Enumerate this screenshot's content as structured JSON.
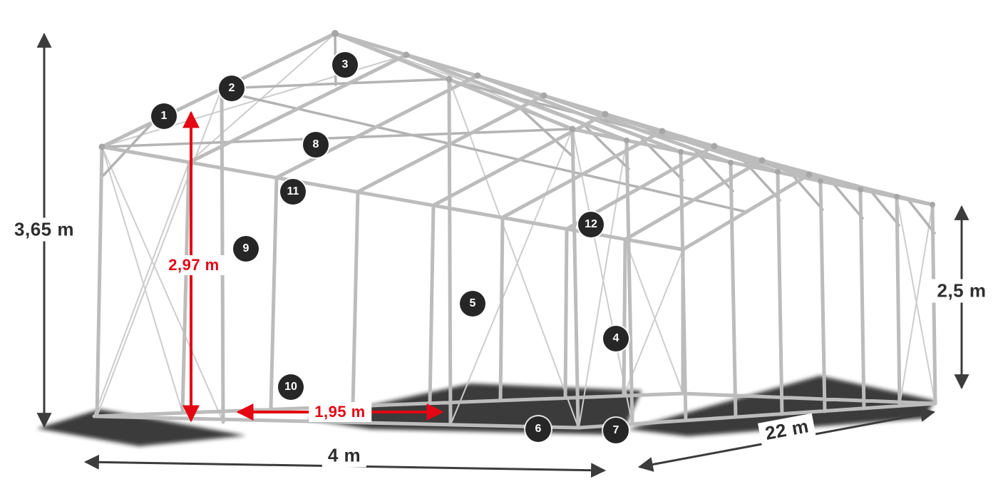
{
  "diagram": {
    "callouts": [
      "1",
      "2",
      "3",
      "4",
      "5",
      "6",
      "7",
      "8",
      "9",
      "10",
      "11",
      "12"
    ],
    "dimensions": {
      "total_height": "3,65 m",
      "clearance_height": "2,97 m",
      "side_height": "2,5 m",
      "entrance_width": "1,95 m",
      "front_width": "4 m",
      "length": "22 m"
    },
    "colors": {
      "accent_red": "#e30613",
      "arrow_dark": "#3c3c3c",
      "badge_background": "#262626",
      "badge_text": "#ffffff",
      "frame_metal": "#bcbcbc",
      "shadow": "#1b1b1b"
    }
  }
}
